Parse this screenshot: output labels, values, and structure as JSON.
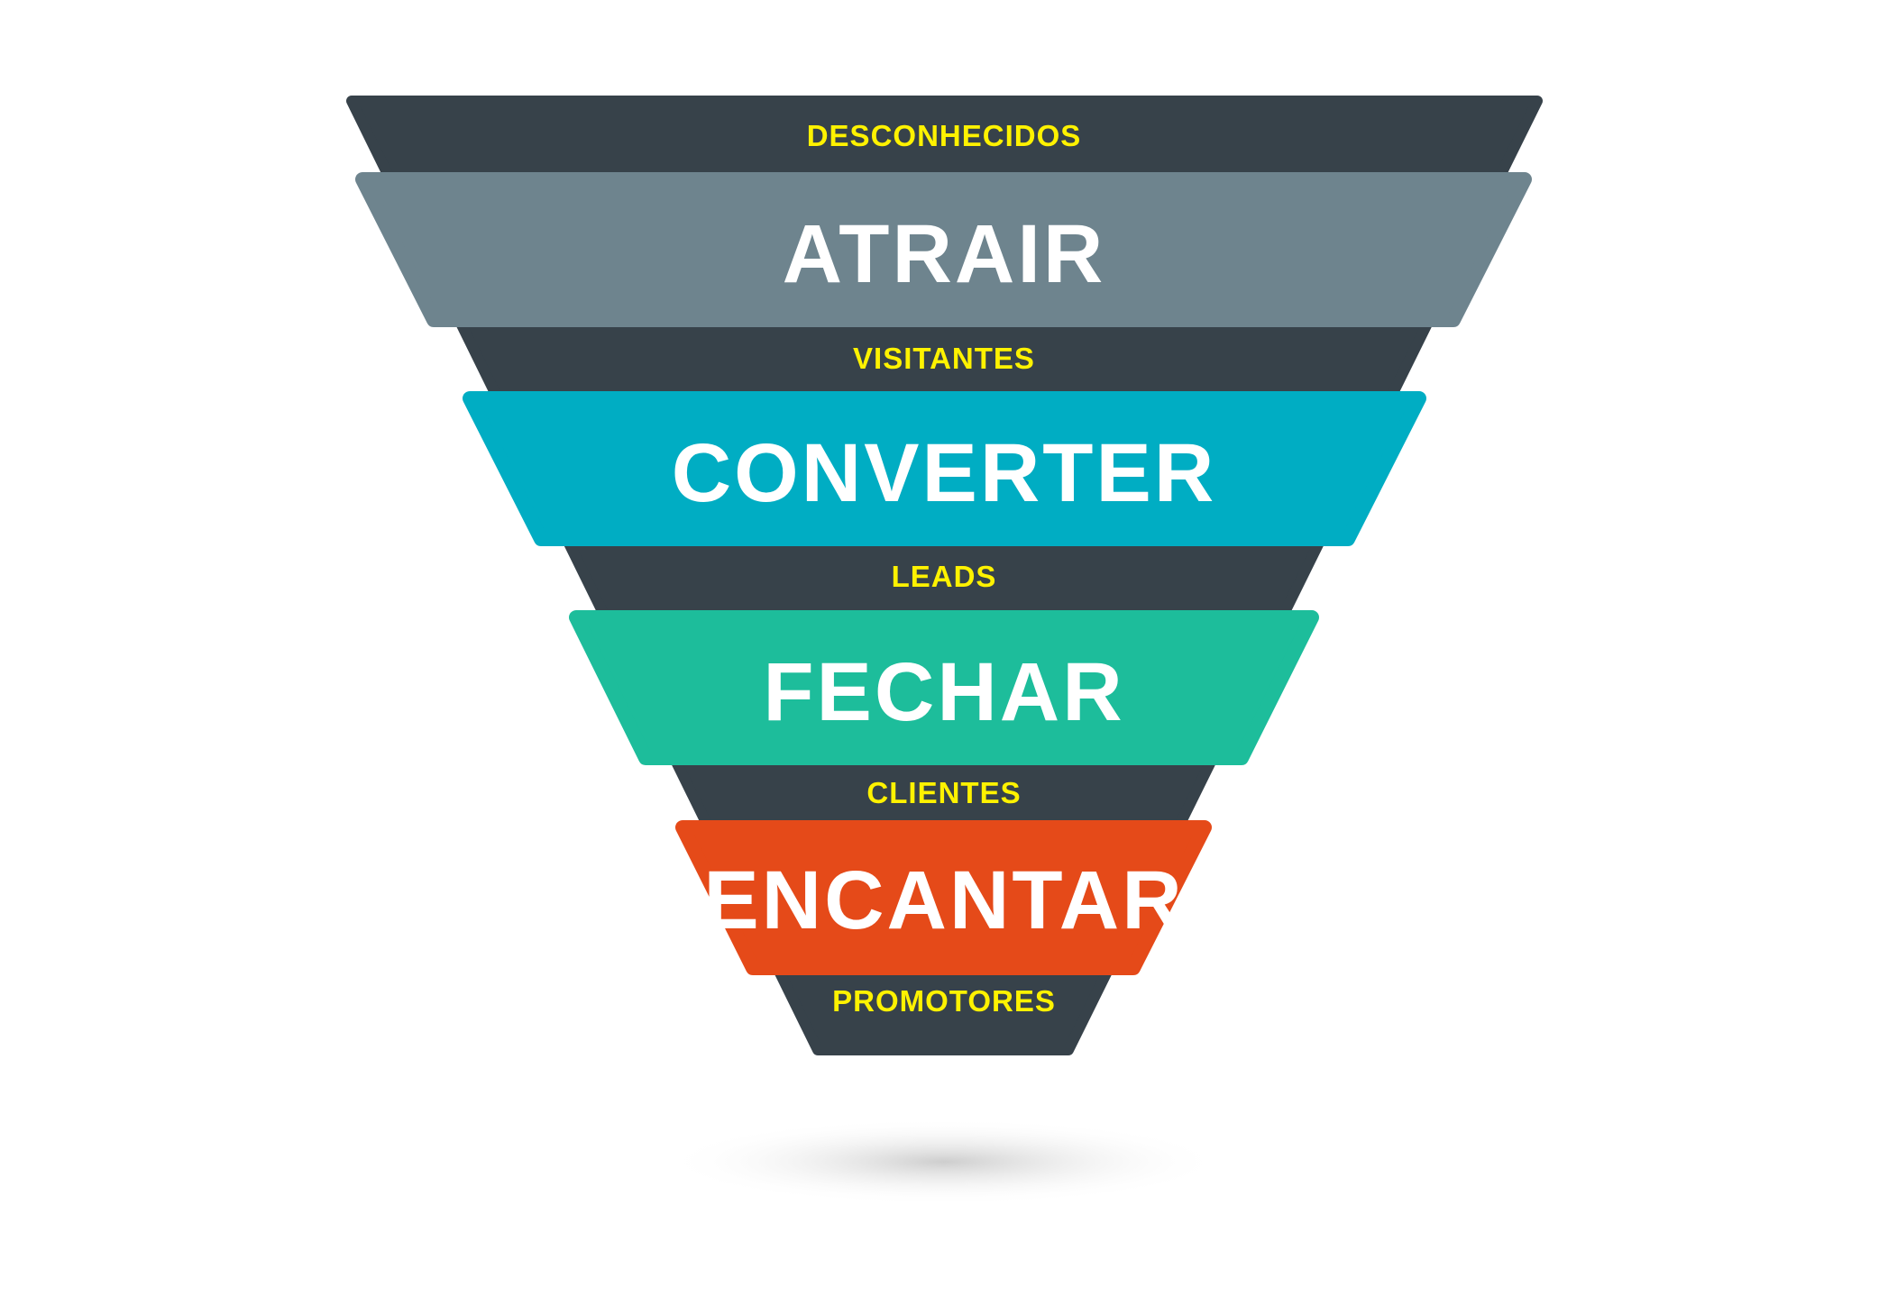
{
  "stages": [
    {
      "label": "ATRAIR",
      "color": "#6e848e"
    },
    {
      "label": "CONVERTER",
      "color": "#00adc3"
    },
    {
      "label": "FECHAR",
      "color": "#1dbd9b"
    },
    {
      "label": "ENCANTAR",
      "color": "#e54a19"
    }
  ],
  "audiences": [
    "DESCONHECIDOS",
    "VISITANTES",
    "LEADS",
    "CLIENTES",
    "PROMOTORES"
  ],
  "colors": {
    "funnel": "#37424a",
    "audience_text": "#fff200",
    "stage_text": "#ffffff"
  }
}
